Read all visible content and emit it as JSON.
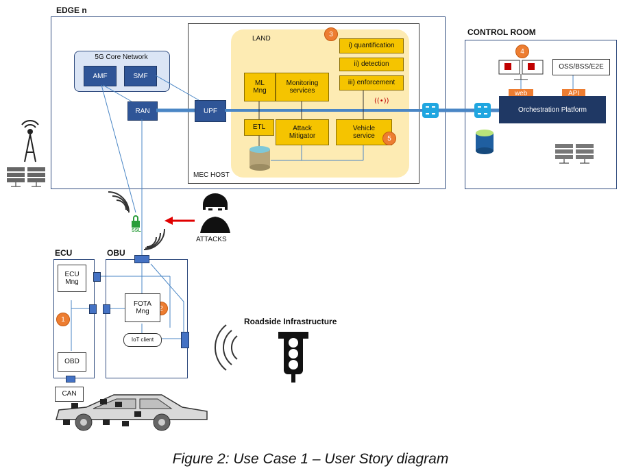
{
  "regions": {
    "edge": "EDGE n",
    "control_room": "CONTROL ROOM",
    "mec_host": "MEC HOST",
    "land": "LAND",
    "ecu": "ECU",
    "obu": "OBU",
    "roadside": "Roadside Infrastructure"
  },
  "core": {
    "title": "5G Core Network",
    "amf": "AMF",
    "smf": "SMF",
    "ran": "RAN",
    "upf": "UPF"
  },
  "land_blocks": {
    "quantification": "i) quantification",
    "detection": "ii) detection",
    "enforcement": "iii) enforcement",
    "ml_mng": "ML\nMng",
    "monitoring": "Monitoring\nservices",
    "etl": "ETL",
    "attack_mitigator": "Attack\nMitigator",
    "vehicle_service": "Vehicle\nservice"
  },
  "control": {
    "oss": "OSS/BSS/E2E",
    "web": "web",
    "api": "API",
    "orchestration": "Orchestration Platform"
  },
  "vehicle": {
    "ecu_mng": "ECU\nMng",
    "obd": "OBD",
    "can": "CAN",
    "fota": "FOTA\nMng",
    "iot_client": "IoT client"
  },
  "attacks": "ATTACKS",
  "ssl": "SSL",
  "steps": [
    "1",
    "2",
    "3",
    "4",
    "5"
  ],
  "caption": "Figure 2: Use Case 1 – User Story diagram",
  "colors": {
    "frame": "#2e4a7d",
    "land_bg": "#fdebb3",
    "yellow": "#f5c400",
    "blue": "#2f5597",
    "orange": "#ed7d31",
    "link": "#4a86c5",
    "switch": "#1fa6e0",
    "arrow": "#e00000"
  }
}
